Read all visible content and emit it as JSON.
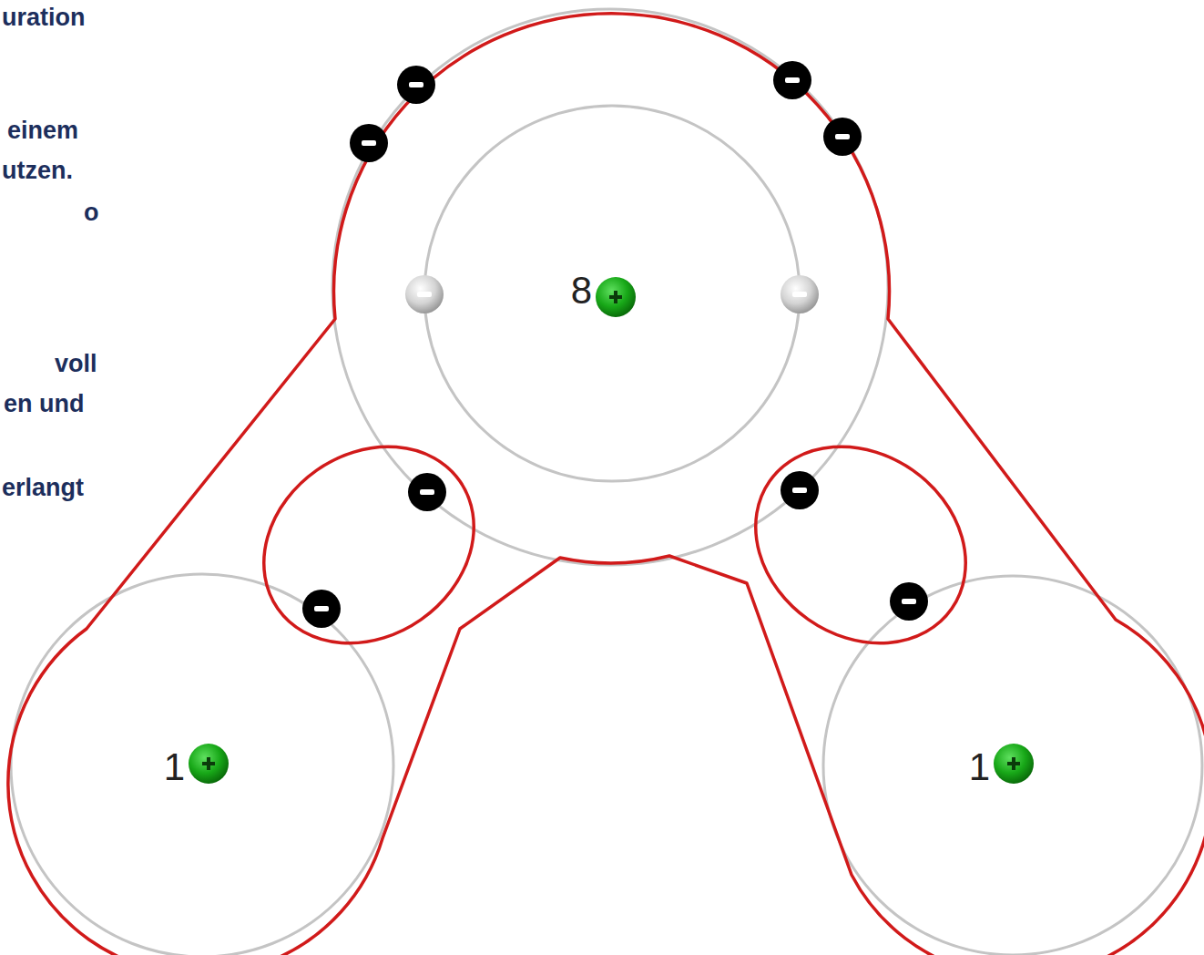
{
  "diagram": {
    "nodes": [
      {
        "text": [
          "8"
        ]
      },
      {
        "text": [
          "1"
        ]
      },
      {
        "text": [
          "1"
        ]
      }
    ],
    "labels": [
      "uration",
      "einem",
      "utzen.",
      "o",
      "voll",
      "en und",
      "erlangt"
    ]
  }
}
